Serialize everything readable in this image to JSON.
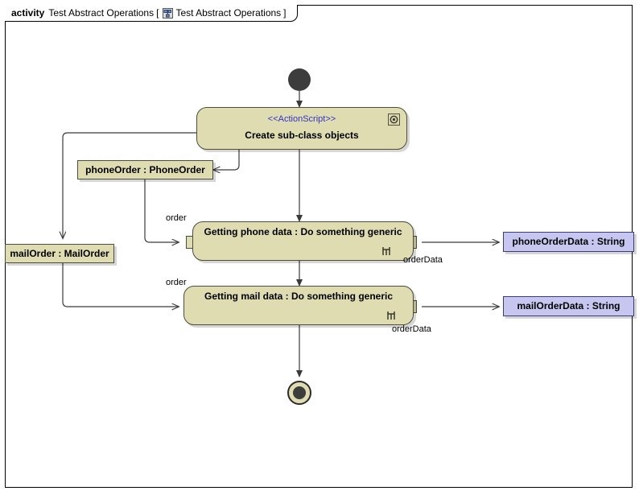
{
  "frame": {
    "keyword": "activity",
    "name": "Test Abstract Operations",
    "bracket_open": "[",
    "bracket_close": "]",
    "tab_icon": "activity-diagram-icon",
    "diagram_name": "Test Abstract Operations"
  },
  "nodes": {
    "initial": {
      "name": "initial-node"
    },
    "final": {
      "name": "activity-final-node"
    },
    "create_action": {
      "stereotype": "<<ActionScript>>",
      "label": "Create sub-class objects",
      "corner_icon": "script-icon"
    },
    "phone_action": {
      "label": "Getting phone data : Do something generic",
      "corner_icon": "rake-icon"
    },
    "mail_action": {
      "label": "Getting mail data : Do something generic",
      "corner_icon": "rake-icon"
    },
    "phone_order_object": {
      "label": "phoneOrder : PhoneOrder"
    },
    "mail_order_object": {
      "label": "mailOrder : MailOrder"
    },
    "phone_order_data": {
      "label": "phoneOrderData : String"
    },
    "mail_order_data": {
      "label": "mailOrderData : String"
    }
  },
  "edge_labels": {
    "phone_order_pin": "order",
    "mail_order_pin": "order",
    "phone_data_pin": "orderData",
    "mail_data_pin": "orderData"
  },
  "colors": {
    "action_fill": "#dedcb0",
    "action_stroke": "#4d4d3d",
    "data_fill": "#c6c6f0",
    "data_stroke": "#3b3b7a",
    "stereotype_text": "#3333cc",
    "edge_stroke": "#3a3a3a",
    "page_background": "#ffffff"
  }
}
